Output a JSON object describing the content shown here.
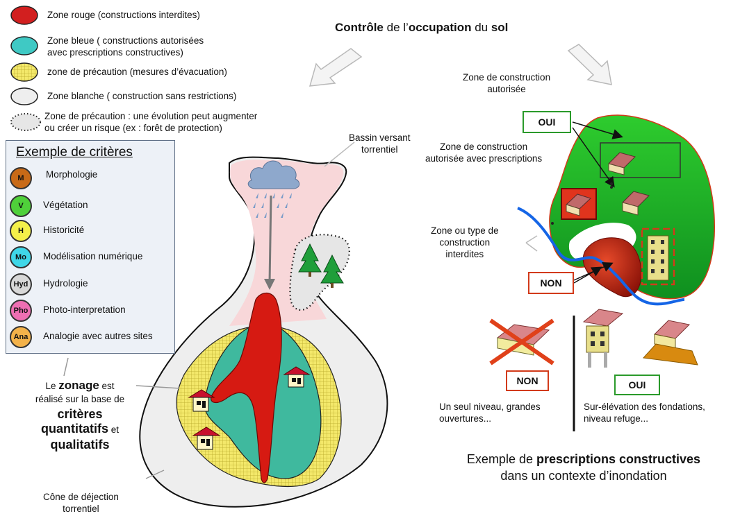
{
  "legend": [
    {
      "text": "Zone rouge (constructions interdites)",
      "color": "#d21f1f"
    },
    {
      "text": "Zone bleue ( constructions autorisées\navec prescriptions constructives)",
      "color": "#3fc9b9"
    },
    {
      "text": "zone de précaution  (mesures d’évacuation)",
      "color": "#f2e54a"
    },
    {
      "text": "Zone blanche ( construction sans restrictions)",
      "color": "#eeeeee"
    },
    {
      "text": "Zone de précaution : une évolution peut augmenter\nou créer un risque (ex : forêt de protection)",
      "color": "#e6e6e6"
    }
  ],
  "title": {
    "part1": "Contrôle",
    "part2": " de l’",
    "part3": "occupation",
    "part4": " du ",
    "part5": "sol"
  },
  "criteria": {
    "title": "Exemple de critères",
    "items": [
      {
        "code": "M",
        "label": "Morphologie",
        "color": "#c86a17"
      },
      {
        "code": "V",
        "label": "Végétation",
        "color": "#4fd03a"
      },
      {
        "code": "H",
        "label": "Historicité",
        "color": "#f4f04a"
      },
      {
        "code": "Mo",
        "label": "Modélisation numérique",
        "color": "#3fd7e8"
      },
      {
        "code": "Hyd",
        "label": "Hydrologie",
        "color": "#d8d8d8"
      },
      {
        "code": "Pho",
        "label": "Photo-interpretation",
        "color": "#ee6fb3"
      },
      {
        "code": "Ana",
        "label": "Analogie avec autres sites",
        "color": "#f3b24a"
      }
    ]
  },
  "left_labels": {
    "bassin": "Bassin versant\ntorrentiel",
    "cone": "Cône de déjection\ntorrentiel",
    "zonage_1": "Le ",
    "zonage_2": "zonage",
    "zonage_3": " est",
    "zonage_4": "réalisé sur la base de",
    "zonage_5": "critères",
    "zonage_6": "quantitatifs",
    "zonage_7": " et",
    "zonage_8": "qualitatifs"
  },
  "right_labels": {
    "zone_autorisee": "Zone de construction\nautorisée",
    "zone_prescriptions": "Zone de construction\nautorisée avec prescriptions",
    "zone_interdites": "Zone ou type de\nconstruction\ninterdites",
    "oui": "OUI",
    "non": "NON",
    "non_bottom": "NON",
    "oui_bottom": "OUI",
    "un_seul": "Un seul niveau, grandes\nouvertures...",
    "sur_elevation": "Sur-élévation des fondations,\nniveau refuge...",
    "exemple_1": "Exemple de ",
    "exemple_2": "prescriptions constructives",
    "exemple_3": "dans un contexte d’inondation"
  }
}
